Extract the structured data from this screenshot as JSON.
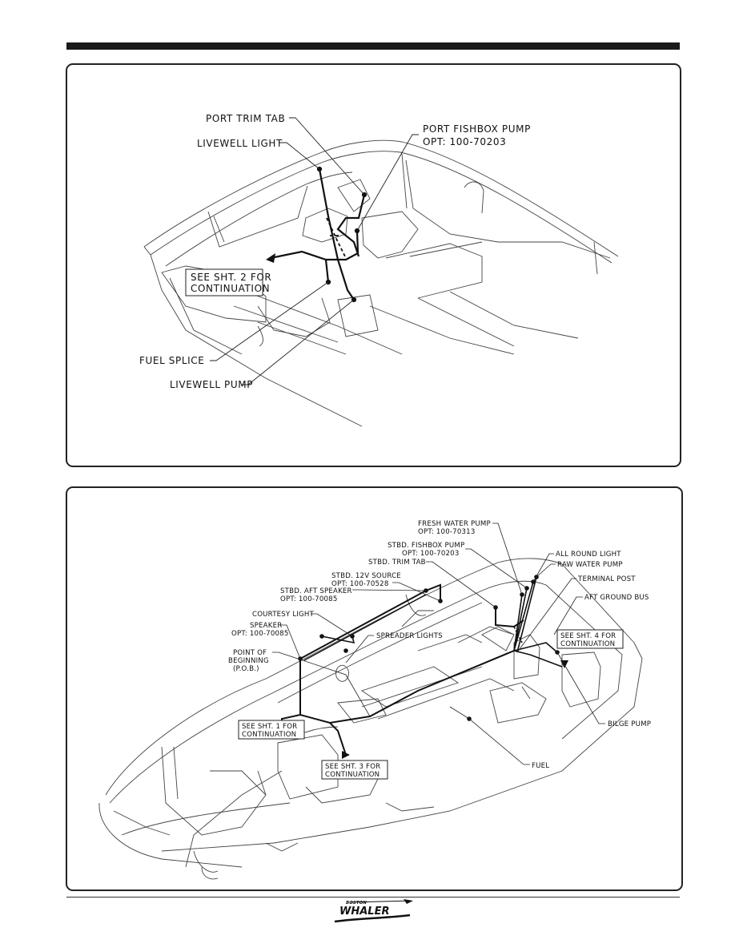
{
  "diagram_top": {
    "labels": {
      "port_trim_tab": "PORT TRIM TAB",
      "livewell_light": "LIVEWELL LIGHT",
      "port_fishbox_pump": "PORT FISHBOX PUMP",
      "port_fishbox_opt": "OPT: 100-70203",
      "see_sht2_line1": "SEE SHT. 2 FOR",
      "see_sht2_line2": "CONTINUATION",
      "fuel_splice": "FUEL SPLICE",
      "livewell_pump": "LIVEWELL PUMP"
    }
  },
  "diagram_bottom": {
    "labels": {
      "fresh_water_pump": "FRESH WATER PUMP",
      "fresh_water_opt": "OPT: 100-70313",
      "stbd_fishbox_pump": "STBD. FISHBOX PUMP",
      "stbd_fishbox_opt": "OPT: 100-70203",
      "stbd_trim_tab": "STBD. TRIM TAB",
      "stbd_12v_source": "STBD. 12V SOURCE",
      "stbd_12v_opt": "OPT: 100-70528",
      "stbd_aft_speaker": "STBD. AFT SPEAKER",
      "stbd_aft_speaker_opt": "OPT: 100-70085",
      "courtesy_light": "COURTESY LIGHT",
      "speaker": "SPEAKER",
      "speaker_opt": "OPT: 100-70085",
      "point_of_beginning_1": "POINT OF",
      "point_of_beginning_2": "BEGINNING",
      "point_of_beginning_3": "(P.O.B.)",
      "spreader_lights": "SPREADER LIGHTS",
      "all_round_light": "ALL ROUND LIGHT",
      "raw_water_pump": "RAW WATER PUMP",
      "terminal_post": "TERMINAL POST",
      "aft_ground_bus": "AFT GROUND BUS",
      "see_sht4_line1": "SEE SHT. 4 FOR",
      "see_sht4_line2": "CONTINUATION",
      "see_sht1_line1": "SEE SHT. 1 FOR",
      "see_sht1_line2": "CONTINUATION",
      "see_sht3_line1": "SEE SHT. 3 FOR",
      "see_sht3_line2": "CONTINUATION",
      "bilge_pump": "BILGE PUMP",
      "fuel": "FUEL"
    }
  },
  "footer": {
    "logo_line1": "BOSTON",
    "logo_line2": "WHALER"
  }
}
